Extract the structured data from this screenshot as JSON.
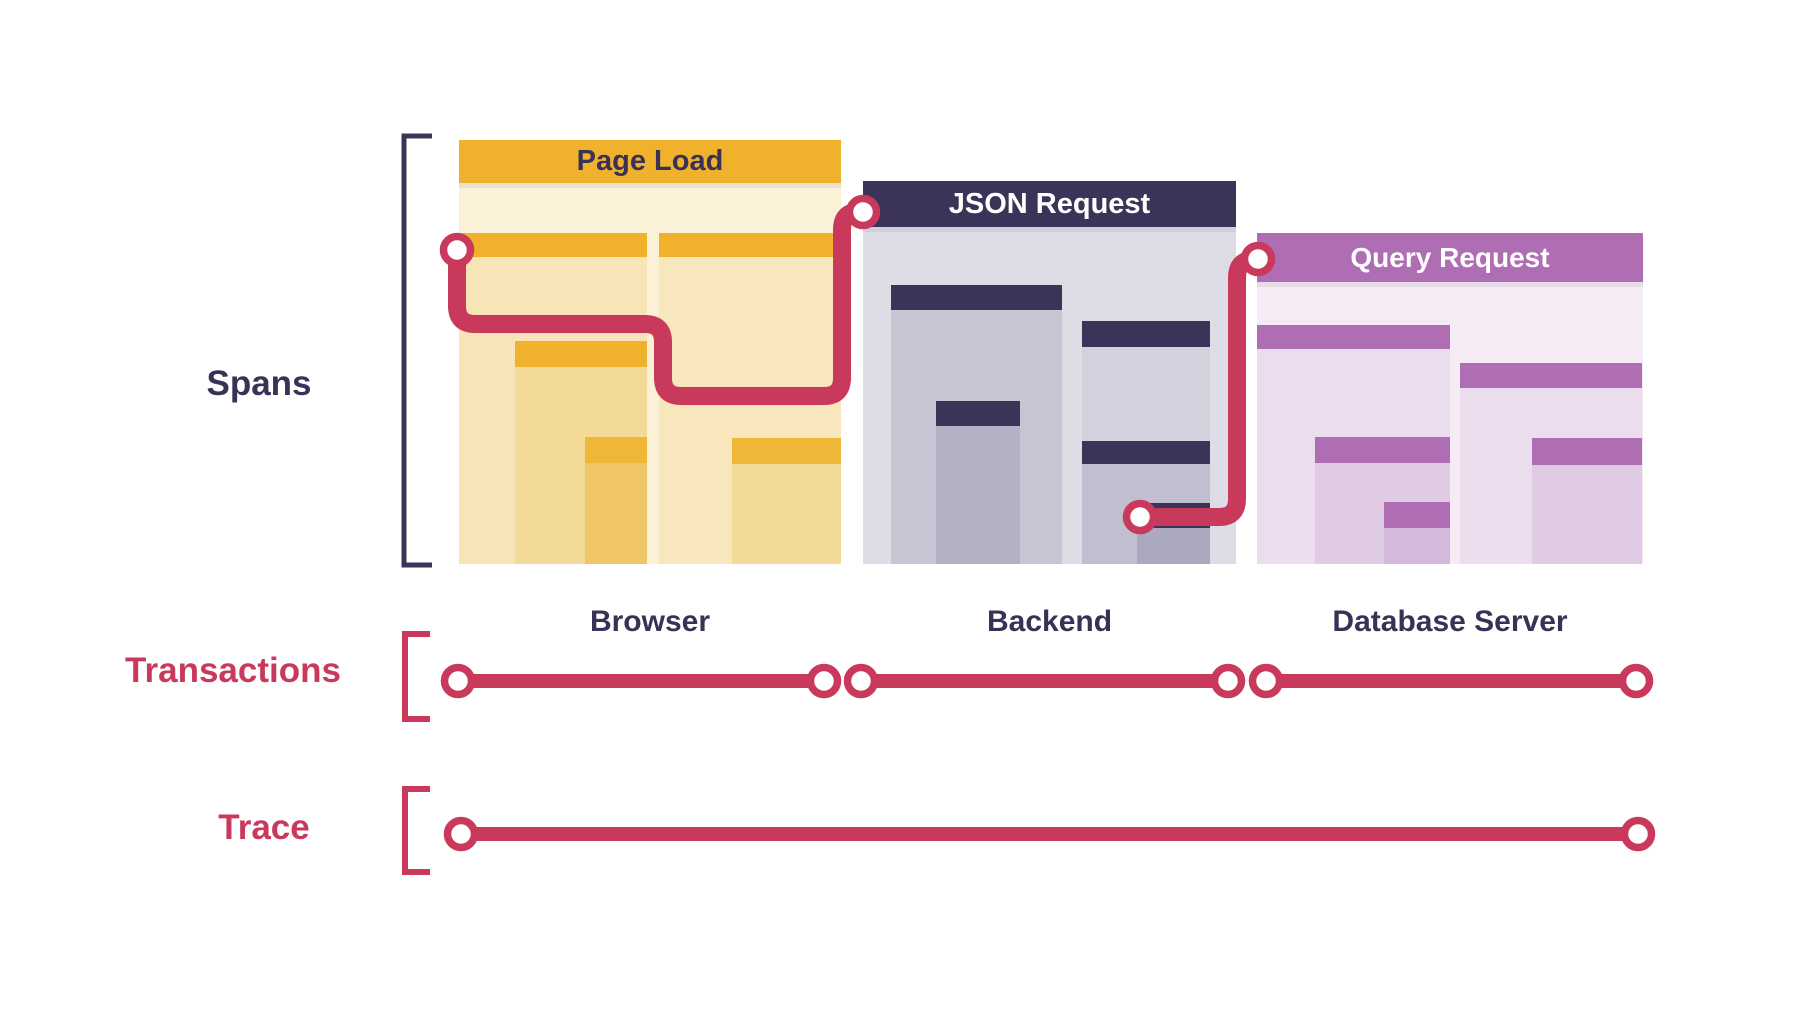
{
  "diagram": {
    "side_labels": {
      "spans": "Spans",
      "transactions": "Transactions",
      "trace": "Trace"
    },
    "panels": [
      {
        "title": "Page Load",
        "caption": "Browser",
        "theme_color": "#F0B22C"
      },
      {
        "title": "JSON Request",
        "caption": "Backend",
        "theme_color": "#3B3458"
      },
      {
        "title": "Query Request",
        "caption": "Database Server",
        "theme_color": "#AF6DB4"
      }
    ],
    "colors": {
      "trace_red": "#C9395B",
      "label_navy": "#3A3157",
      "gold": "#F0B22C",
      "navy": "#3B3458",
      "purple": "#AF6DB4",
      "background": "#FFFFFF"
    }
  }
}
